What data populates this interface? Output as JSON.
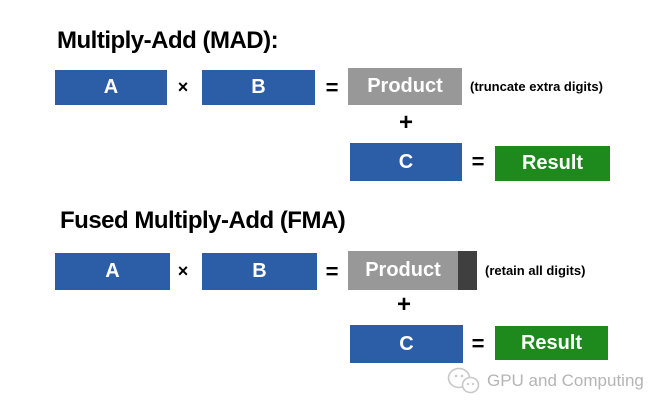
{
  "colors": {
    "operand_blue": "#2B5EA7",
    "product_gray": "#989898",
    "extra_bits_dark": "#3F3F3F",
    "result_green": "#1E8A1E",
    "text_black": "#000000",
    "watermark_gray": "#b5b5b5",
    "background": "#ffffff"
  },
  "sections": [
    {
      "title": "Multiply-Add (MAD):",
      "operand_a": "A",
      "times": "×",
      "operand_b": "B",
      "equals": "=",
      "product_label": "Product",
      "note": "(truncate extra digits)",
      "plus": "+",
      "operand_c": "C",
      "equals2": "=",
      "result_label": "Result"
    },
    {
      "title": "Fused Multiply-Add (FMA)",
      "operand_a": "A",
      "times": "×",
      "operand_b": "B",
      "equals": "=",
      "product_label": "Product",
      "note": "(retain all digits)",
      "plus": "+",
      "operand_c": "C",
      "equals2": "=",
      "result_label": "Result"
    }
  ],
  "watermark": {
    "logo": "wechat-logo",
    "label": "GPU and Computing"
  }
}
